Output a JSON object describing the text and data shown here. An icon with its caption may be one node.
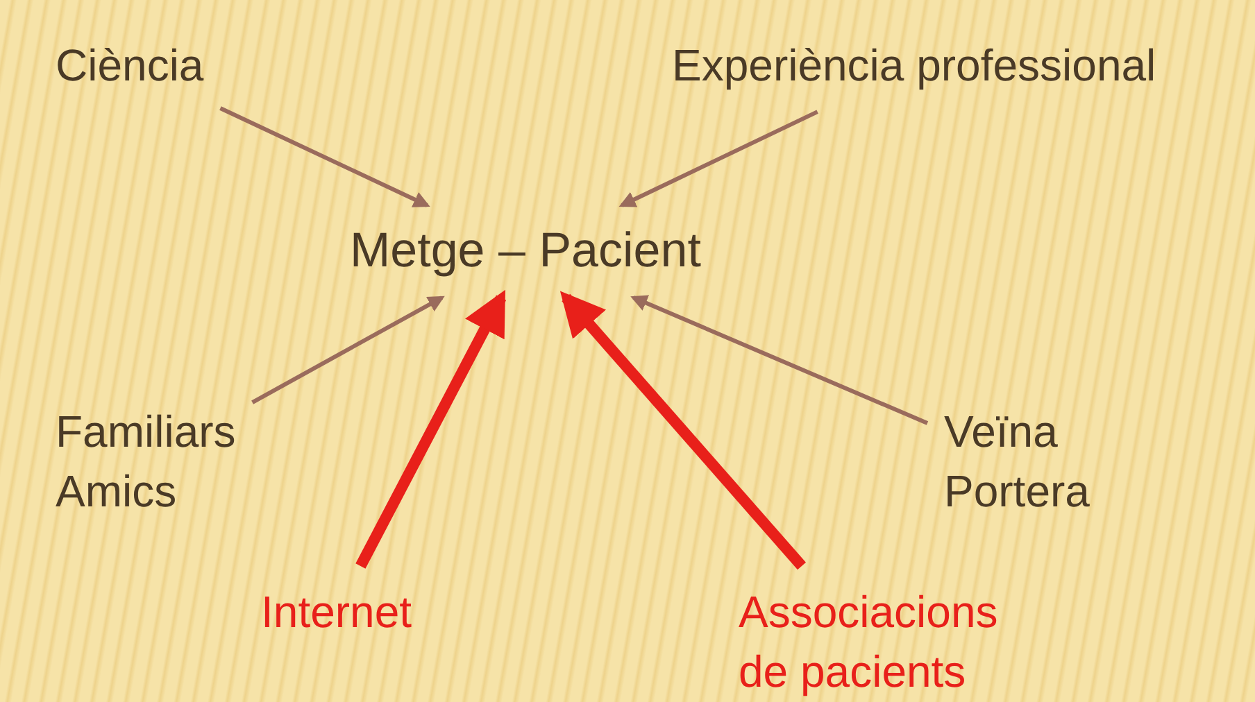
{
  "diagram": {
    "nodes": [
      {
        "text": [
          "Metge – Pacient"
        ]
      },
      {
        "text": [
          "Ciència"
        ]
      },
      {
        "text": [
          "Experiència professional"
        ]
      },
      {
        "text": [
          "Familiars Amics"
        ]
      },
      {
        "text": [
          "Veïna Portera"
        ]
      },
      {
        "text": [
          "Internet"
        ]
      },
      {
        "text": [
          "Associacions de pacients"
        ]
      }
    ],
    "edges": [
      {
        "from": 1,
        "to": 0,
        "arrow": "to"
      },
      {
        "from": 2,
        "to": 0,
        "arrow": "to"
      },
      {
        "from": 3,
        "to": 0,
        "arrow": "to"
      },
      {
        "from": 4,
        "to": 0,
        "arrow": "to"
      },
      {
        "from": 5,
        "to": 0,
        "arrow": "to",
        "style": "thick",
        "color": "#e8201a"
      },
      {
        "from": 6,
        "to": 0,
        "arrow": "to",
        "style": "thick",
        "color": "#e8201a"
      }
    ]
  }
}
